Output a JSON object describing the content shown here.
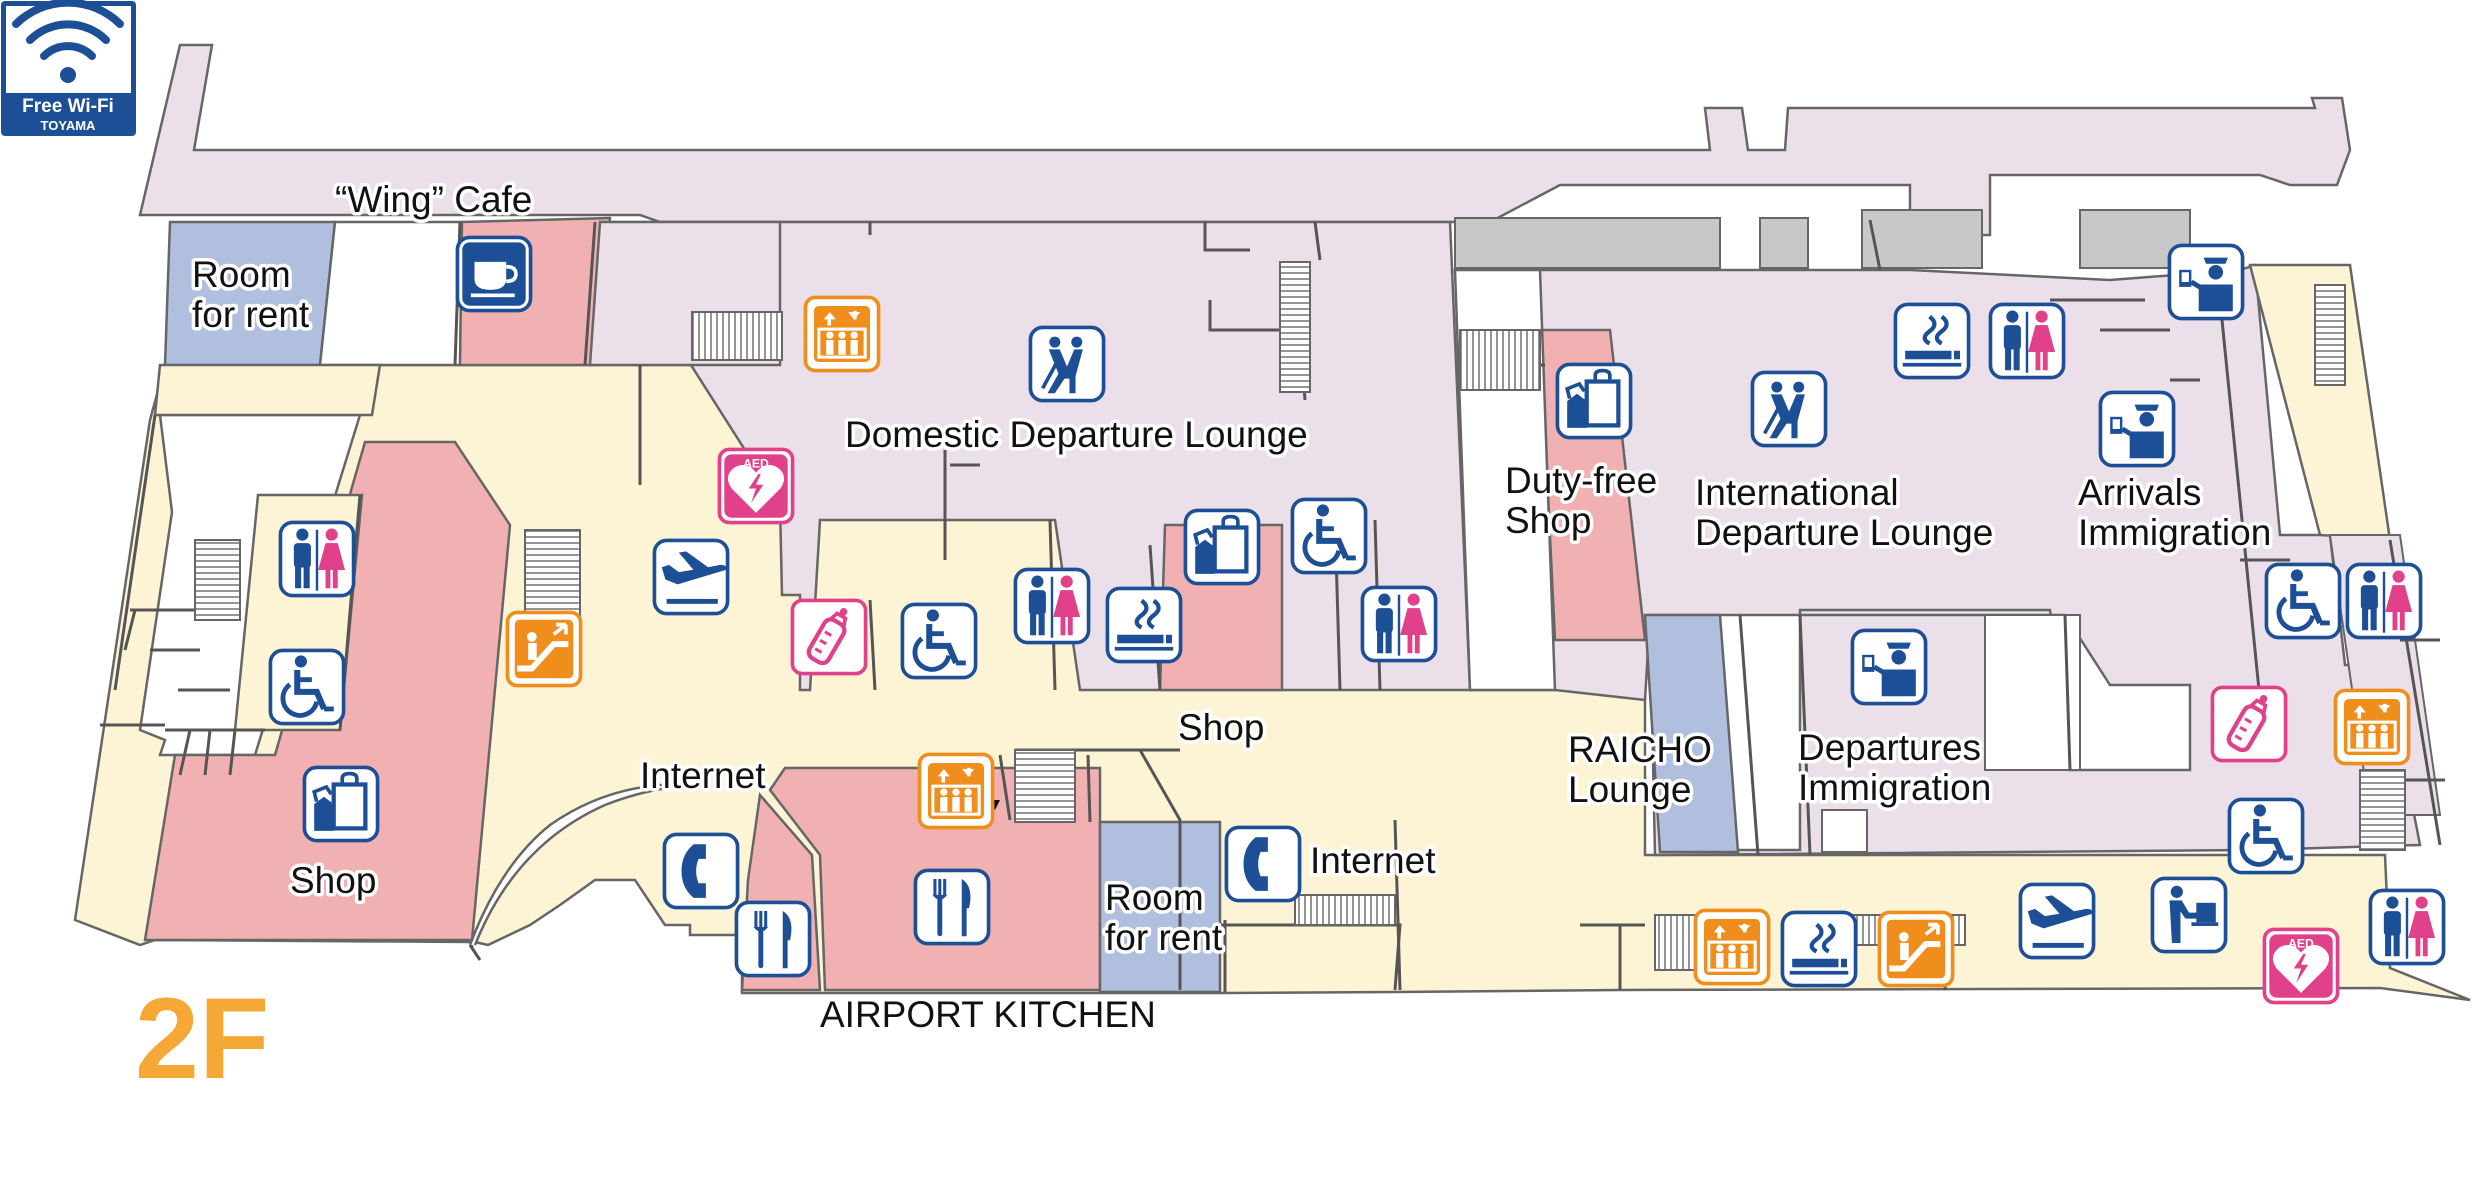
{
  "wifi_badge": {
    "line1": "Free Wi-Fi",
    "line2": "TOYAMA",
    "icon": "wifi-icon"
  },
  "floor": {
    "label": "2F",
    "color": "#f6a837"
  },
  "colors": {
    "restricted_area": "#ebe0ea",
    "public_area": "#fdf3d5",
    "shop_area": "#f1b1b3",
    "rental_room": "#b1bfdf",
    "icon_blue": "#1d4f96",
    "icon_orange": "#ef8e1c",
    "icon_pink": "#e0418a"
  },
  "labels": {
    "wing_cafe": "“Wing” Cafe",
    "room_for_rent_left_1": "Room",
    "room_for_rent_left_2": "for rent",
    "domestic_lounge": "Domestic Departure Lounge",
    "duty_free_1": "Duty-free",
    "duty_free_2": "Shop",
    "international_lounge_1": "International",
    "international_lounge_2": "Departure Lounge",
    "arrivals_imm_1": "Arrivals",
    "arrivals_imm_2": "Immigration",
    "shop_center": "Shop",
    "raicho_1": "RAICHO",
    "raicho_2": "Lounge",
    "departures_imm_1": "Departures",
    "departures_imm_2": "Immigration",
    "internet_left": "Internet",
    "internet_right": "Internet",
    "shop_left": "Shop",
    "room_for_rent_center_1": "Room",
    "room_for_rent_center_2": "for rent",
    "airport_kitchen": "AIRPORT KITCHEN",
    "aed": "AED"
  },
  "icons": [
    "cafe-icon",
    "elevator-icon",
    "security-check-icon",
    "aed-icon",
    "restroom-icon",
    "wheelchair-icon",
    "departure-icon",
    "escalator-icon",
    "nursing-bottle-icon",
    "smoking-area-icon",
    "shopping-bag-icon",
    "telephone-icon",
    "restaurant-icon",
    "immigration-officer-icon",
    "baggage-check-icon"
  ]
}
